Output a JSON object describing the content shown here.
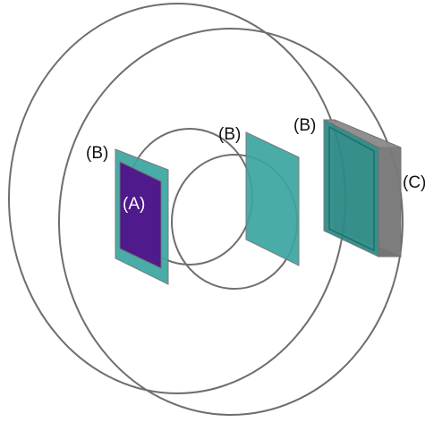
{
  "labels": {
    "left_panel": "(B)",
    "left_inner": "(A)",
    "center_panel": "(B)",
    "right_panel": "(B)",
    "right_box": "(C)"
  },
  "colors": {
    "ring_stroke": "#6e6e6e",
    "teal_panel": "#3aa6a0",
    "teal_dark": "#2a8a86",
    "purple_inner": "#4f1a8c",
    "gray_box": "#8c8c8c",
    "gray_box_dark": "#6f6f6f",
    "label_text": "#111111"
  }
}
